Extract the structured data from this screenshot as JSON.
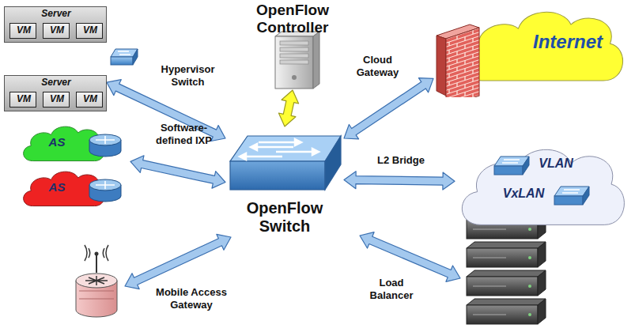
{
  "diagram": {
    "nodes": [
      {
        "text": [
          "OpenFlow Controller"
        ]
      },
      {
        "text": [
          "Server"
        ]
      },
      {
        "text": [
          "VM"
        ],
        "in": 1
      },
      {
        "text": [
          "VM"
        ],
        "in": 1
      },
      {
        "text": [
          "VM"
        ],
        "in": 1
      },
      {
        "text": [
          "Server"
        ]
      },
      {
        "text": [
          "VM"
        ],
        "in": 5
      },
      {
        "text": [
          "VM"
        ],
        "in": 5
      },
      {
        "text": [
          "VM"
        ],
        "in": 5
      },
      {
        "text": [
          "Internet"
        ]
      },
      {
        "text": [
          "AS"
        ]
      },
      {
        "text": [
          "AS"
        ]
      },
      {
        "text": [
          "VLAN",
          "VxLAN"
        ]
      },
      {
        "text": [
          "OpenFlow Switch"
        ]
      }
    ],
    "edges": [
      {
        "from": 0,
        "to": 13,
        "arrow": "both"
      },
      {
        "from": 13,
        "to": 5,
        "label": "Hypervisor Switch",
        "arrow": "both"
      },
      {
        "from": 13,
        "to": 10,
        "label": "Software-defined IXP",
        "arrow": "both"
      },
      {
        "from": 13,
        "to": 9,
        "label": "Cloud Gateway",
        "arrow": "both"
      },
      {
        "from": 13,
        "to": 12,
        "label": "L2 Bridge",
        "arrow": "both"
      }
    ],
    "labels": [
      "Mobile Access Gateway",
      "Load Balancer"
    ]
  }
}
